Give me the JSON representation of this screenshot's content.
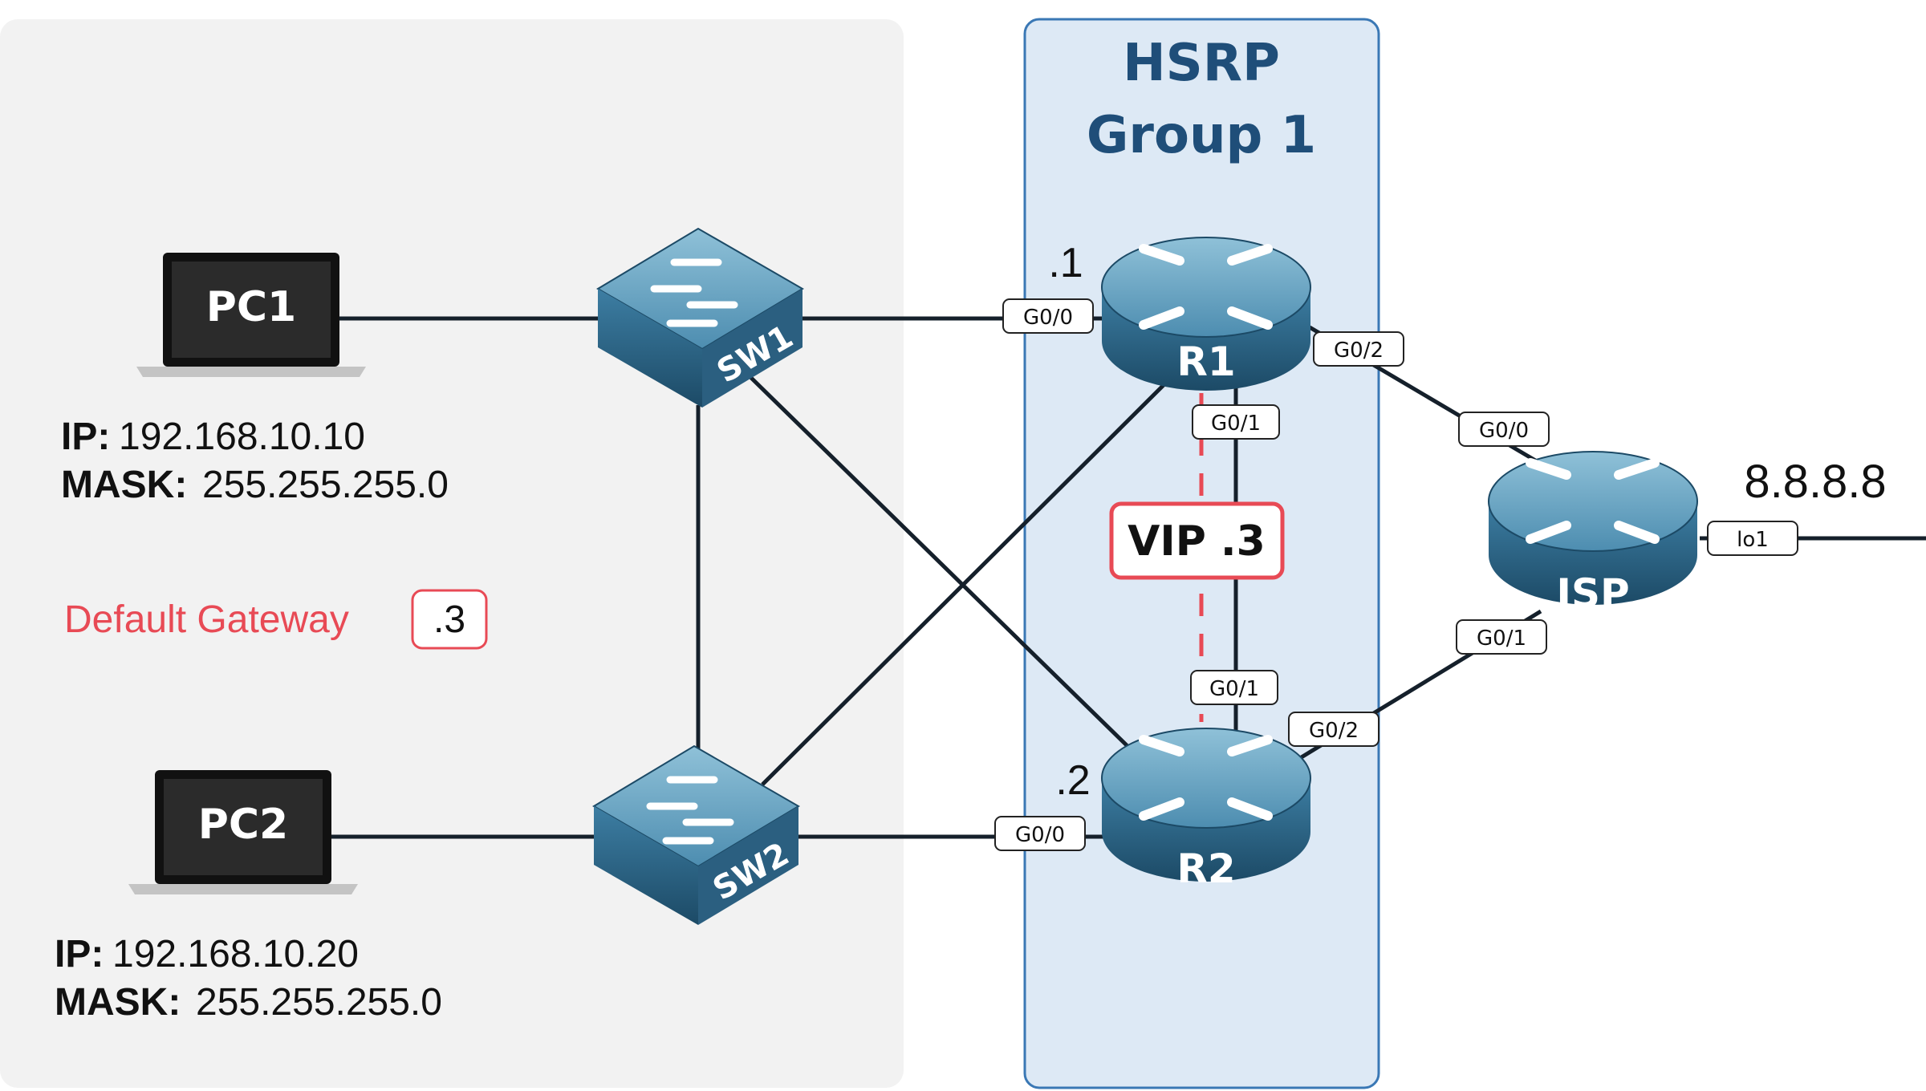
{
  "hsrp": {
    "title_line1": "HSRP",
    "title_line2": "Group 1",
    "vip": "VIP .3"
  },
  "devices": {
    "pc1": "PC1",
    "pc2": "PC2",
    "sw1": "SW1",
    "sw2": "SW2",
    "r1": "R1",
    "r2": "R2",
    "isp": "ISP"
  },
  "pc1_info": {
    "ip_label": "IP:",
    "ip": "192.168.10.10",
    "mask_label": "MASK:",
    "mask": "255.255.255.0"
  },
  "pc2_info": {
    "ip_label": "IP:",
    "ip": "192.168.10.20",
    "mask_label": "MASK:",
    "mask": "255.255.255.0"
  },
  "default_gateway": {
    "label": "Default Gateway",
    "value": ".3"
  },
  "r1_suffix": ".1",
  "r2_suffix": ".2",
  "internet_address": "8.8.8.8",
  "ports": {
    "r1_g00": "G0/0",
    "r1_g02": "G0/2",
    "r1_g01": "G0/1",
    "r2_g01": "G0/1",
    "r2_g02": "G0/2",
    "r2_g00": "G0/0",
    "isp_g00": "G0/0",
    "isp_g01": "G0/1",
    "isp_lo1": "lo1"
  },
  "colors": {
    "lan_zone": "#f2f2f2",
    "hsrp_zone": "#dde9f5",
    "hsrp_border": "#3a78b5",
    "accent_red": "#e84a55",
    "device_blue": "#3f7fa3"
  }
}
